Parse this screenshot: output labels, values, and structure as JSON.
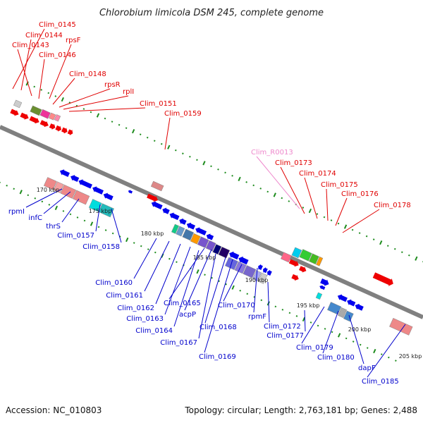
{
  "title": "Chlorobium limicola DSM 245, complete genome",
  "footer": {
    "accession": "Accession: NC_010803",
    "summary": "Topology: circular; Length: 2,763,181 bp; Genes: 2,488"
  },
  "colors": {
    "backbone": "#808080",
    "top_label": "#e00000",
    "rna_label": "#ee88cc",
    "bottom_label": "#0000cc",
    "tick": "#1e8c1e"
  },
  "kbp_labels": [
    "170 kbp",
    "175 kbp",
    "180 kbp",
    "185 kbp",
    "190 kbp",
    "195 kbp",
    "200 kbp",
    "205 kbp"
  ],
  "top_labels": [
    "Clim_0145",
    "Clim_0144",
    "Clim_0143",
    "rpsF",
    "Clim_0146",
    "Clim_0148",
    "rpsR",
    "rplI",
    "Clim_0151",
    "Clim_0159",
    "Clim_R0013",
    "Clim_0173",
    "Clim_0174",
    "Clim_0175",
    "Clim_0176",
    "Clim_0178"
  ],
  "bottom_labels": [
    "rpmI",
    "infC",
    "thrS",
    "Clim_0157",
    "Clim_0158",
    "Clim_0160",
    "Clim_0161",
    "Clim_0162",
    "Clim_0163",
    "Clim_0165",
    "acpP",
    "Clim_0164",
    "Clim_0168",
    "Clim_0167",
    "Clim_0170",
    "Clim_0169",
    "rpmF",
    "Clim_0172",
    "Clim_0177",
    "Clim_0179",
    "Clim_0180",
    "dapF",
    "Clim_0185"
  ]
}
